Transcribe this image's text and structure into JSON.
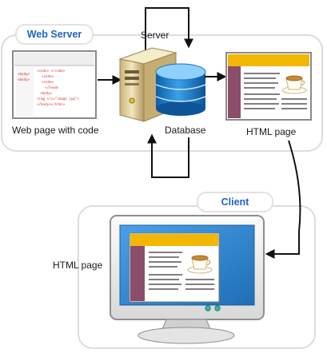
{
  "server_group": {
    "title": "Web Server"
  },
  "client_group": {
    "title": "Client"
  },
  "labels": {
    "server": "Server",
    "database": "Database",
    "web_page_with_code": "Web page with code",
    "html_page_server": "HTML page",
    "html_page_client": "HTML page"
  },
  "code_snippet": {
    "left_tags": [
      "<body>",
      "<body>"
    ],
    "lines": [
      "<code>  </code>",
      "<code>",
      "<code>",
      "</head>",
      "<body>",
      "<img src=\"image.jpg\">",
      "</body></html>"
    ]
  },
  "colors": {
    "group_border": "#dcdcdc",
    "title_text": "#1f63c6",
    "arrow": "#111111",
    "page_header": "#f2b705",
    "page_sidebar": "#8a4d6a",
    "database": "#1e7fd0",
    "monitor_screen": "#2f86cf"
  },
  "icons": [
    "server-tower-icon",
    "database-icon",
    "coffee-cup-icon",
    "computer-monitor-icon"
  ]
}
